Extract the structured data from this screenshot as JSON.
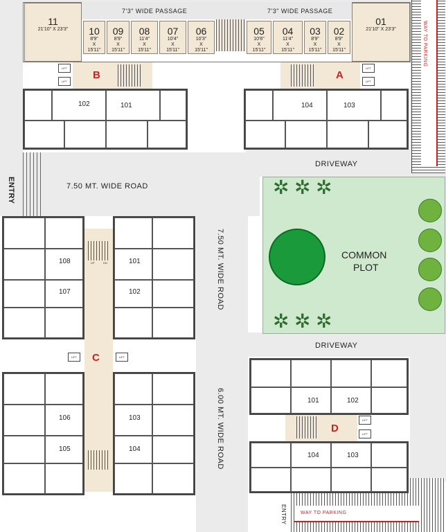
{
  "shops_top": {
    "passage_left": "7'3\"  WIDE PASSAGE",
    "passage_right": "7'3\"  WIDE PASSAGE",
    "units": [
      {
        "num": "11",
        "size": "21'10\" X 23'3\""
      },
      {
        "num": "10",
        "size": "8'9\"\nX\n15'11\""
      },
      {
        "num": "09",
        "size": "8'9\"\nX\n15'11\""
      },
      {
        "num": "08",
        "size": "11'4\"\nX\n15'11\""
      },
      {
        "num": "07",
        "size": "10'4\"\nX\n15'11\""
      },
      {
        "num": "06",
        "size": "10'3\"\nX\n15'11\""
      },
      {
        "num": "05",
        "size": "10'6\"\nX\n15'11\""
      },
      {
        "num": "04",
        "size": "11'4\"\nX\n15'11\""
      },
      {
        "num": "03",
        "size": "8'9\"\nX\n15'11\""
      },
      {
        "num": "02",
        "size": "8'9\"\nX\n15'11\""
      },
      {
        "num": "01",
        "size": "21'10\" X 23'3\""
      }
    ]
  },
  "wings": {
    "a": {
      "label": "A",
      "flats": [
        "104",
        "103"
      ]
    },
    "b": {
      "label": "B",
      "flats": [
        "102",
        "101"
      ]
    },
    "c": {
      "label": "C",
      "flats": [
        "108",
        "101",
        "107",
        "102",
        "106",
        "103",
        "105",
        "104"
      ]
    },
    "d": {
      "label": "D",
      "flats": [
        "101",
        "102",
        "104",
        "103"
      ]
    }
  },
  "lift_label": "LIFT",
  "stair_label_up": "UP",
  "stair_label_dn": "DN",
  "roads": {
    "wide_road_750": "7.50 MT. WIDE ROAD",
    "vertical_road_750": "7.50 MT. WIDE ROAD",
    "vertical_road_600": "6.00 MT. WIDE ROAD",
    "driveway_top": "DRIVEWAY",
    "driveway_mid": "DRIVEWAY",
    "entry_left": "ENTRY",
    "entry_bottom": "ENTRY",
    "way_to_parking_top": "WAY TO PARKING",
    "way_to_parking_bottom": "WAY TO PARKING"
  },
  "common_plot": {
    "line1": "COMMON",
    "line2": "PLOT"
  },
  "colors": {
    "wing_label": "#d11f1f",
    "common_plot": "#cfe9cf",
    "shop_fill": "#f3e8d6",
    "tree_dark": "#1a9a3a",
    "tree_light": "#6fb23f"
  }
}
